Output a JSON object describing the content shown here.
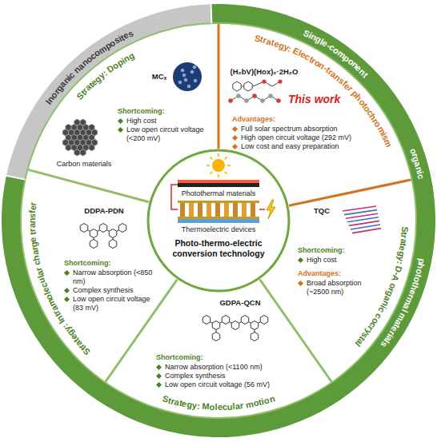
{
  "diagram": {
    "nodes": [
      {
        "text": [
          "Photothermal materials",
          "Thermoelectric devices",
          "Photo-thermo-electric conversion technology"
        ]
      },
      {
        "text": [
          "Strategy: Doping",
          "Carbon materials",
          "MCₓ",
          "Shortcoming:",
          "High cost",
          "Low open circuit voltage (<200 mV)"
        ]
      },
      {
        "text": [
          "Strategy: Electron-transfer photochromism",
          "(H₂bV)(Hox)₂·2H₂O",
          "This work",
          "Advantages:",
          "Full solar spectrum absorption",
          "High open circuit voltage (292 mV)",
          "Low cost and easy preparation"
        ]
      },
      {
        "text": [
          "Strategy: D-A organic cocrystal",
          "TQC",
          "Shortcoming:",
          "High cost",
          "Advantages:",
          "Broad absorption (~2500 nm)"
        ]
      },
      {
        "text": [
          "Strategy: Molecular motion",
          "GDPA-QCN",
          "Shortcoming:",
          "Narrow absorption (<1100 nm)",
          "Complex synthesis",
          "Low open circuit voltage (56 mV)"
        ]
      },
      {
        "text": [
          "Strategy: Intramolecular charge transfer",
          "DDPA-PDN",
          "Shortcoming:",
          "Narrow absorption (<850 nm)",
          "Complex synthesis",
          "Low open circuit voltage (83 mV)"
        ]
      },
      {
        "text": [
          "Inorganic nanocomposites"
        ]
      },
      {
        "text": [
          "Single-component",
          "organic",
          "photothermal materials"
        ]
      }
    ]
  }
}
